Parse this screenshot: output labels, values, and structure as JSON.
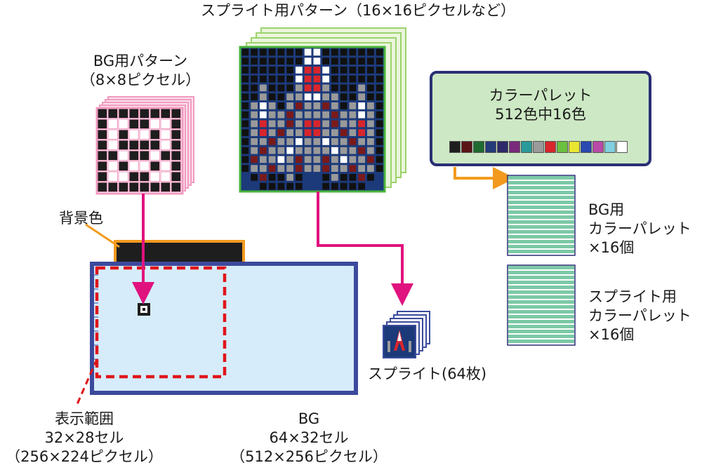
{
  "labels": {
    "sprite_pattern": "スプライト用パターン（16×16ピクセルなど）",
    "bg_pattern_line1": "BG用パターン",
    "bg_pattern_line2": "（8×8ピクセル）",
    "background_color": "背景色",
    "sprite": "スプライト(64枚)",
    "display_area_line1": "表示範囲",
    "display_area_line2": "32×28セル",
    "display_area_line3": "（256×224ピクセル）",
    "bg_line1": "BG",
    "bg_line2": "64×32セル",
    "bg_line3": "（512×256ピクセル）",
    "palette_title_line1": "カラーパレット",
    "palette_title_line2": "512色中16色",
    "bg_palette_line1": "BG用",
    "bg_palette_line2": "カラーパレット",
    "bg_palette_line3": "×16個",
    "sprite_palette_line1": "スプライト用",
    "sprite_palette_line2": "カラーパレット",
    "sprite_palette_line3": "×16個"
  },
  "palette_colors": [
    "#1e1e1e",
    "#5a1418",
    "#1f6b32",
    "#243b7a",
    "#2e2a6a",
    "#7a2a7a",
    "#2a9a9a",
    "#9a9a9a",
    "#d8262c",
    "#6cc040",
    "#e8e630",
    "#2a48b0",
    "#b84aa8",
    "#80d0e0",
    "#ffffff"
  ],
  "colors": {
    "arrow_magenta": "#e0127e",
    "arrow_orange": "#f39a1e",
    "display_area_red": "#e0151b",
    "bg_fill": "#d6ecfb",
    "bg_border": "#3b4a9c",
    "palette_strip": "#7cc9a6"
  }
}
